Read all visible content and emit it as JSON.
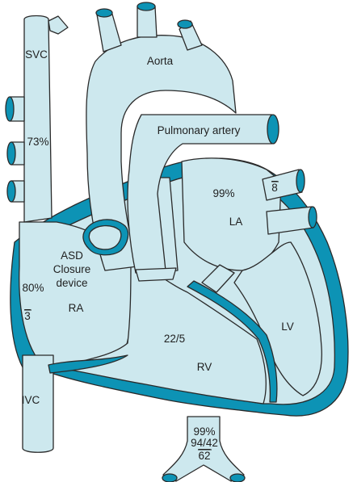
{
  "colors": {
    "background": "#ffffff",
    "chamber_fill": "#cde8ee",
    "myocardium": "#0d93b5",
    "outline": "#2a2a2a",
    "text": "#1f1f1f"
  },
  "labels": {
    "svc": "SVC",
    "ivc": "IVC",
    "aorta": "Aorta",
    "pulmonary_artery": "Pulmonary artery",
    "ra": "RA",
    "rv": "RV",
    "la": "LA",
    "lv": "LV",
    "asd_line1": "ASD",
    "asd_line2": "Closure",
    "asd_line3": "device"
  },
  "measurements": {
    "svc_saturation": "73%",
    "ra_saturation": "80%",
    "ra_mean_pressure": "3",
    "rv_pressure": "22/5",
    "la_saturation": "99%",
    "la_mean_pressure": "8",
    "aorta_saturation": "99%",
    "aorta_pressure": "94/42",
    "aorta_mean_pressure": "62"
  }
}
